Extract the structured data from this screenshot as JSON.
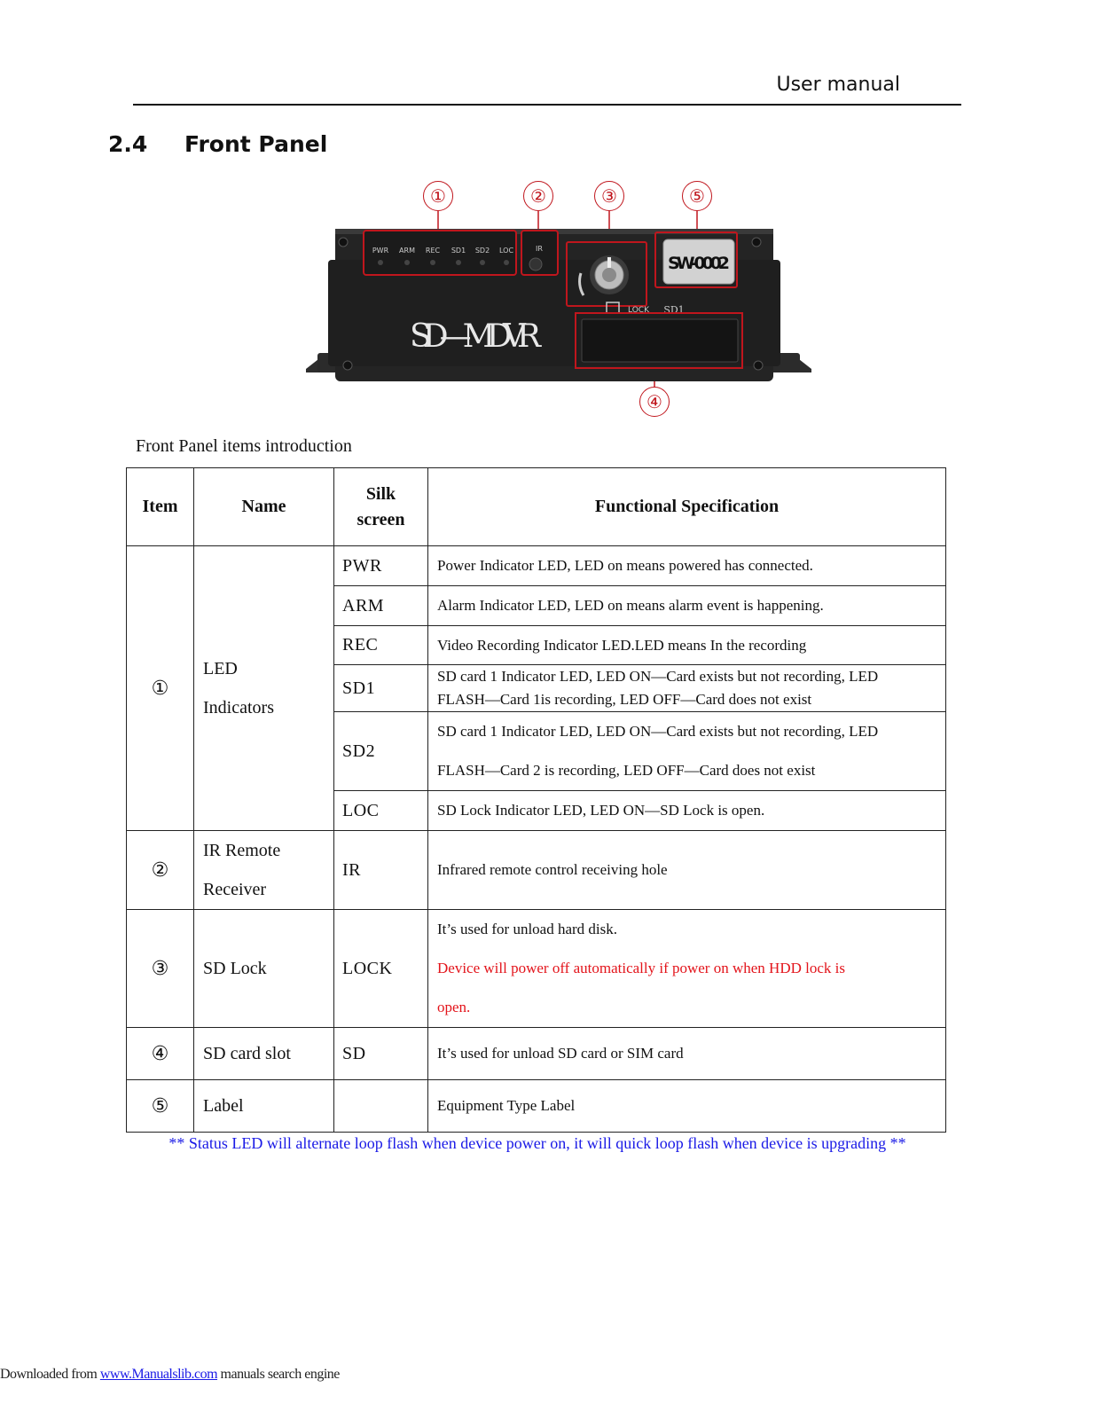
{
  "header": {
    "title": "User manual"
  },
  "section": {
    "number": "2.4",
    "title": "Front Panel"
  },
  "figure": {
    "device_label": "SD—MDVR",
    "model_label": "SW-0002",
    "led_labels": [
      "PWR",
      "ARM",
      "REC",
      "SD1",
      "SD2",
      "LOC"
    ],
    "ir_label": "IR",
    "lock_label": "LOCK",
    "slot_label": "SD1",
    "callouts": [
      "①",
      "②",
      "③",
      "⑤",
      "④"
    ],
    "colors": {
      "callout": "#c0161d",
      "body": "#242424"
    }
  },
  "caption": "Front Panel items introduction",
  "table": {
    "headers": {
      "item": "Item",
      "name": "Name",
      "silk_1": "Silk",
      "silk_2": "screen",
      "spec": "Functional Specification"
    },
    "group1": {
      "item": "①",
      "name_1": "LED",
      "name_2": "Indicators",
      "rows": [
        {
          "silk": "PWR",
          "spec": "Power Indicator LED, LED on means powered has connected."
        },
        {
          "silk": "ARM",
          "spec": "Alarm Indicator LED, LED on means alarm event is happening."
        },
        {
          "silk": "REC",
          "spec": "Video Recording Indicator LED.LED means In the recording"
        },
        {
          "silk": "SD1",
          "spec_1": "SD card 1 Indicator LED, LED ON—Card exists but not recording, LED",
          "spec_2": "FLASH—Card 1is recording, LED OFF—Card does not exist"
        },
        {
          "silk": "SD2",
          "spec_1": "SD card 1 Indicator LED, LED ON—Card exists but not recording, LED",
          "spec_2": "FLASH—Card 2 is recording, LED OFF—Card does not exist"
        },
        {
          "silk": "LOC",
          "spec": "SD Lock Indicator LED, LED ON—SD Lock is open."
        }
      ]
    },
    "row2": {
      "item": "②",
      "name_1": "IR Remote",
      "name_2": "Receiver",
      "silk": "IR",
      "spec": "Infrared remote control receiving hole"
    },
    "row3": {
      "item": "③",
      "name": "SD Lock",
      "silk": "LOCK",
      "spec_1": "It’s used for unload hard disk.",
      "spec_2": "Device will power off automatically if power on when HDD lock is",
      "spec_3": "open."
    },
    "row4": {
      "item": "④",
      "name": "SD card slot",
      "silk": "SD",
      "spec": "It’s used for unload SD card or SIM card"
    },
    "row5": {
      "item": "⑤",
      "name": "Label",
      "silk": "",
      "spec": "Equipment Type Label"
    }
  },
  "footnote": "** Status LED will alternate loop flash when device power on, it will quick loop flash when device is upgrading **",
  "footer": {
    "prefix": "Downloaded from ",
    "link": "www.Manualslib.com",
    "suffix": " manuals search engine"
  }
}
